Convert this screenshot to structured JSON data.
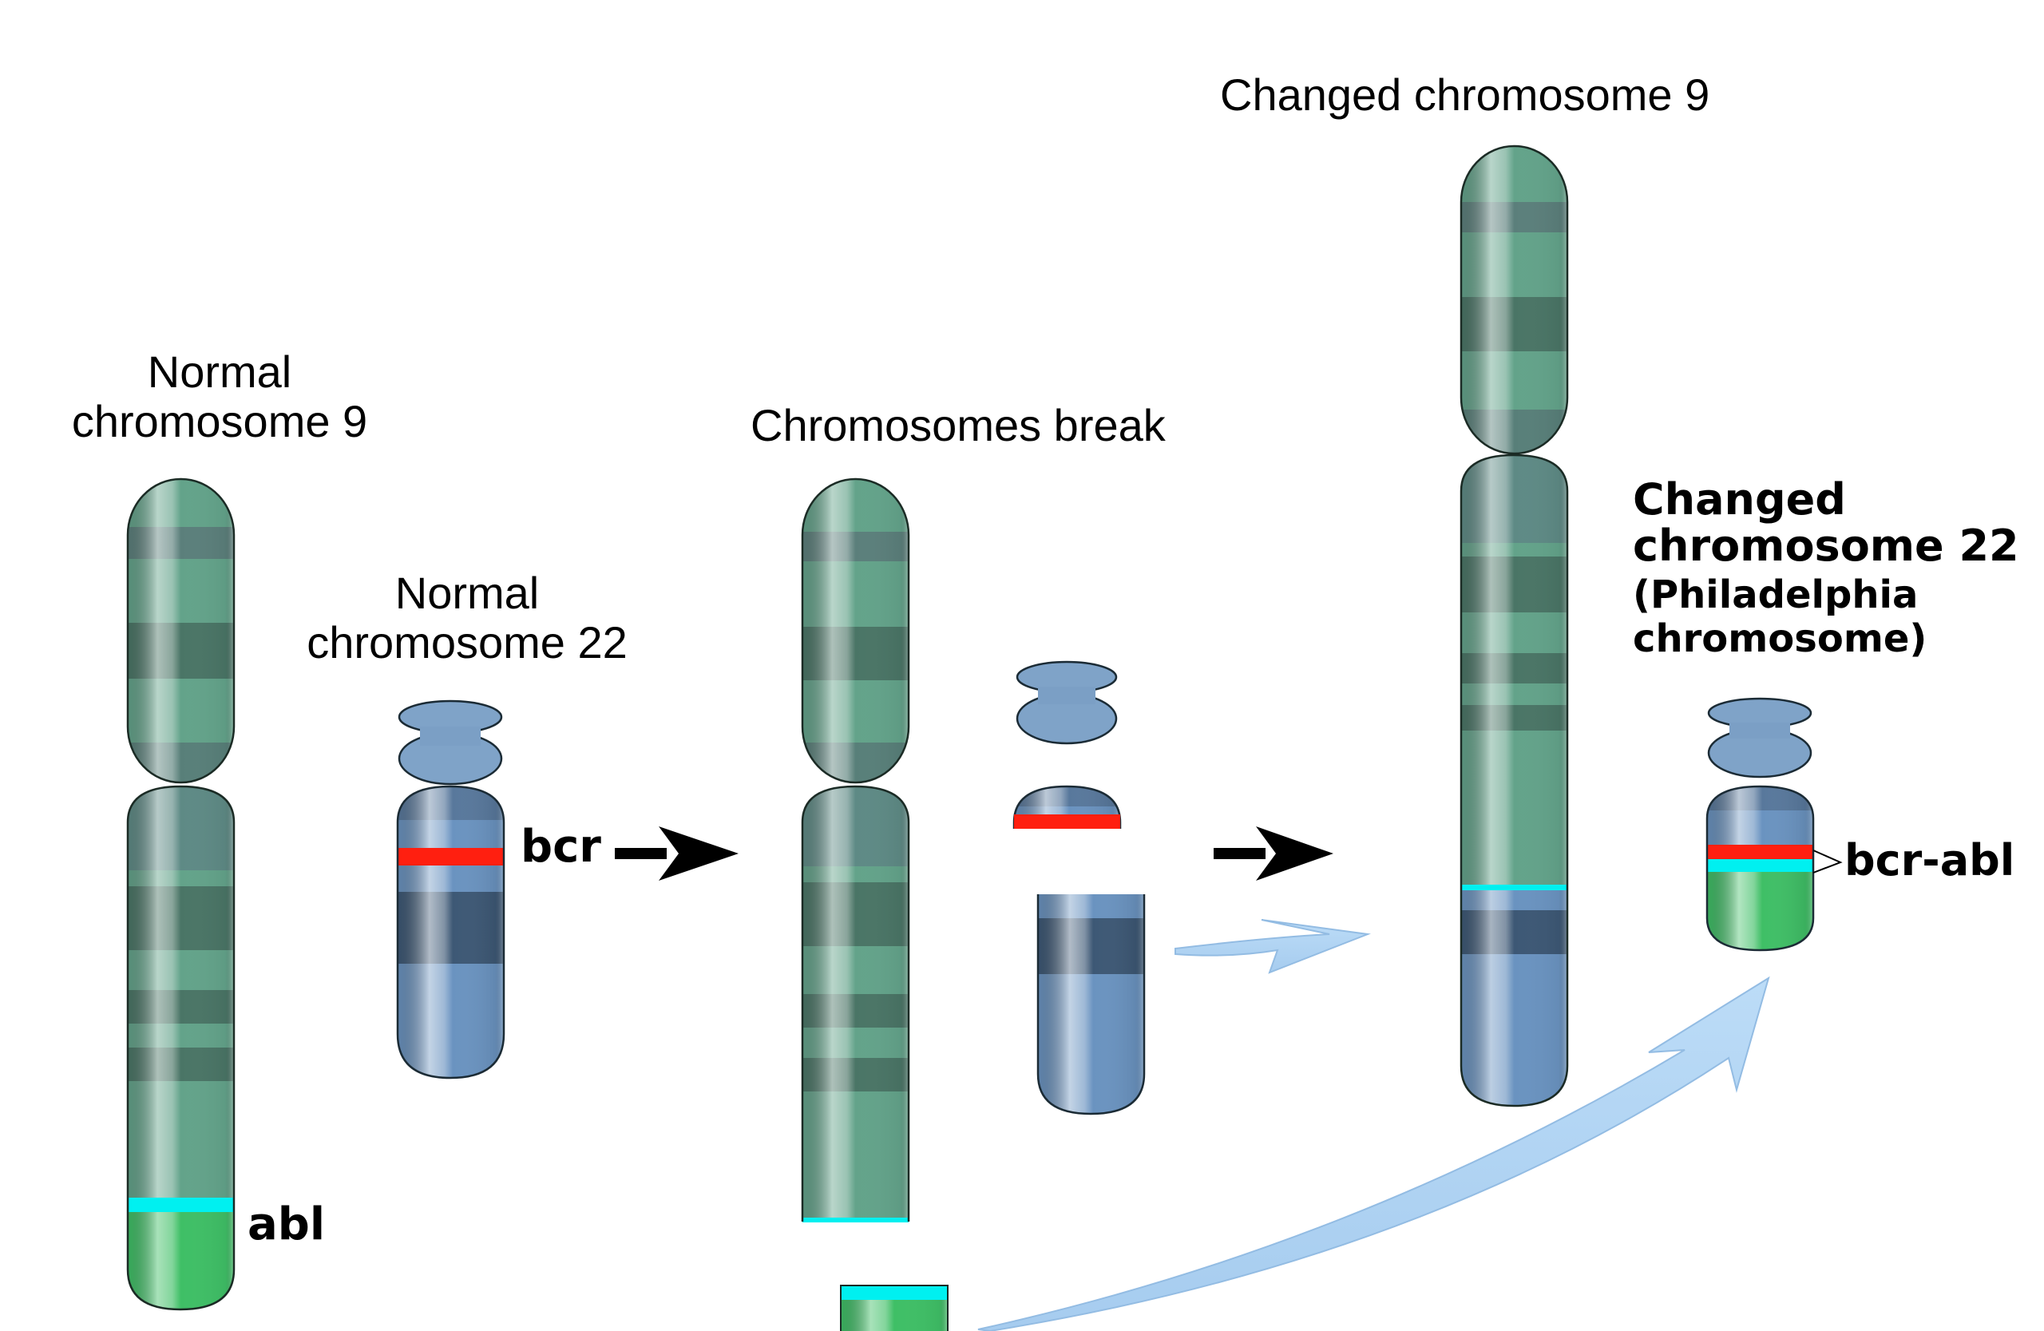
{
  "diagram": {
    "subject": "Philadelphia chromosome translocation",
    "colors": {
      "chromosome9_light": "#63a38a",
      "chromosome9_dark": "#4a7566",
      "chromosome9_grey": "#5b7f7b",
      "chromosome22_light": "#6a93c0",
      "chromosome22_dark": "#3d5875",
      "bcr_band": "#ff1f10",
      "abl_band": "#00f0f0",
      "abl_segment": "#3fbf66",
      "transfer_arrow": "#b3d7f5",
      "step_arrow": "#000000"
    },
    "stages": [
      {
        "name": "normal",
        "labels": {
          "chr9_line1": "Normal",
          "chr9_line2": "chromosome 9",
          "chr22_line1": "Normal",
          "chr22_line2": "chromosome 22",
          "bcr": "bcr",
          "abl": "abl"
        }
      },
      {
        "name": "break",
        "labels": {
          "title": "Chromosomes break"
        }
      },
      {
        "name": "changed",
        "labels": {
          "chr9": "Changed chromosome 9",
          "chr22_line1": "Changed",
          "chr22_line2": "chromosome 22",
          "chr22_line3": "(Philadelphia",
          "chr22_line4": "chromosome)",
          "fusion": "bcr-abl"
        }
      }
    ],
    "arrows": [
      {
        "type": "step",
        "from": "normal",
        "to": "break"
      },
      {
        "type": "step",
        "from": "break",
        "to": "changed"
      },
      {
        "type": "transfer",
        "from": "chromosome 22 fragment",
        "to": "changed chromosome 9"
      },
      {
        "type": "transfer",
        "from": "abl fragment",
        "to": "changed chromosome 22"
      }
    ]
  }
}
